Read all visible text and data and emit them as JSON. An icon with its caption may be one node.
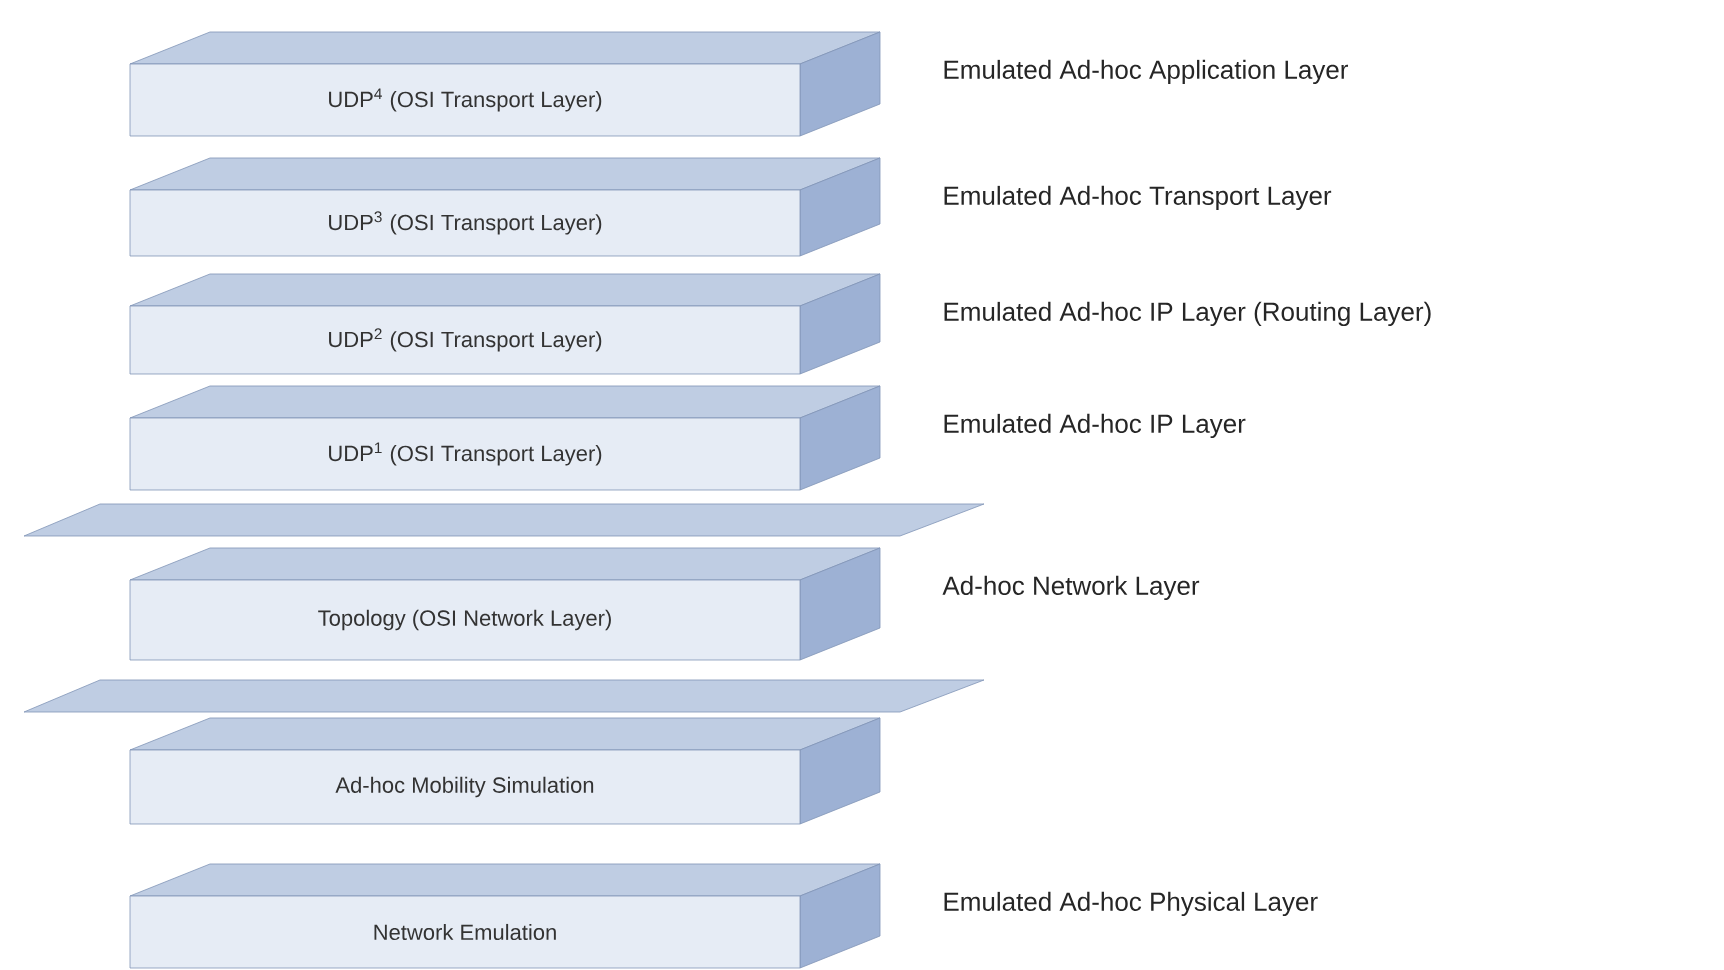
{
  "diagram": {
    "nodes": [
      {
        "text": [
          "UDP$^{4}$ (OSI Transport Layer)"
        ],
        "beside": [
          "Emulated Ad-hoc Application Layer"
        ]
      },
      {
        "text": [
          "UDP$^{3}$ (OSI Transport Layer)"
        ],
        "beside": [
          "Emulated Ad-hoc Transport Layer"
        ]
      },
      {
        "text": [
          "UDP$^{2}$ (OSI Transport Layer)"
        ],
        "beside": [
          "Emulated Ad-hoc IP Layer (Routing Layer)"
        ]
      },
      {
        "text": [
          "UDP$^{1}$ (OSI Transport Layer)"
        ],
        "beside": [
          "Emulated Ad-hoc IP Layer"
        ]
      },
      {
        "text": [],
        "shape": "band"
      },
      {
        "text": [
          "Topology (OSI Network Layer)"
        ],
        "beside": [
          "Ad-hoc Network Layer"
        ]
      },
      {
        "text": [],
        "shape": "band"
      },
      {
        "text": [
          "Ad-hoc Mobility Simulation"
        ]
      },
      {
        "text": [
          "Network Emulation"
        ],
        "beside": [
          "Emulated Ad-hoc Physical Layer"
        ]
      }
    ]
  }
}
